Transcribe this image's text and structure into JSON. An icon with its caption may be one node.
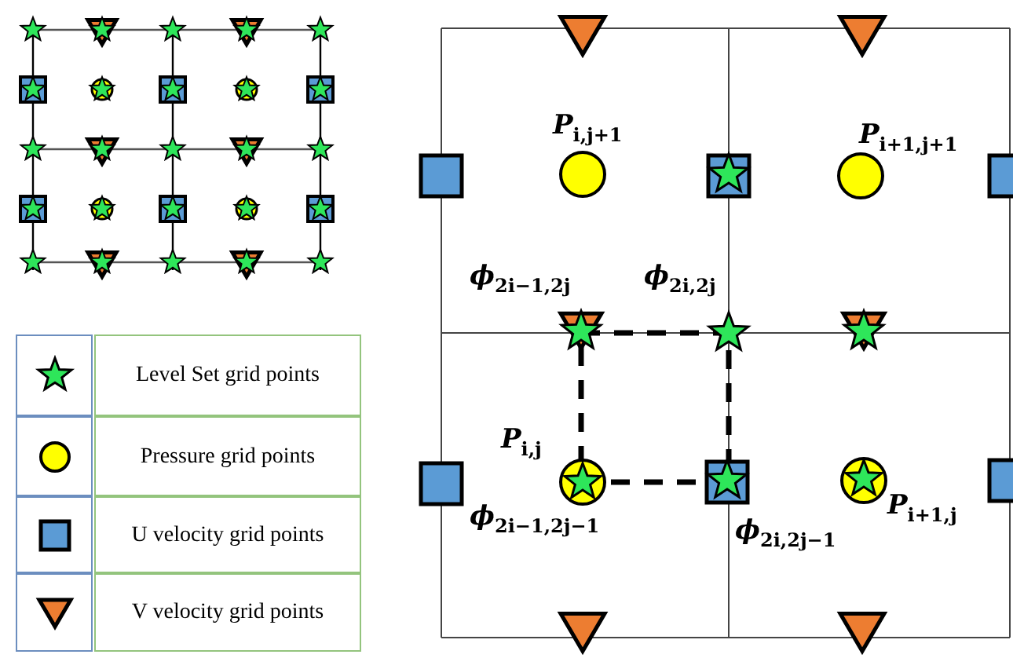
{
  "diagram": {
    "labels": [
      "P$_{i,j+1}$",
      "P$_{i+1,j+1}$",
      "ϕ$_{2i−1,2j}$",
      "ϕ$_{2i,2j}$",
      "P$_{i,j}$",
      "ϕ$_{2i−1,2j−1}$",
      "ϕ$_{2i,2j−1}$",
      "P$_{i+1,j}$"
    ],
    "legend": [
      {
        "text": "Level Set grid points"
      },
      {
        "text": "Pressure grid points"
      },
      {
        "text": "U velocity grid points"
      },
      {
        "text": "V velocity grid points"
      }
    ]
  }
}
